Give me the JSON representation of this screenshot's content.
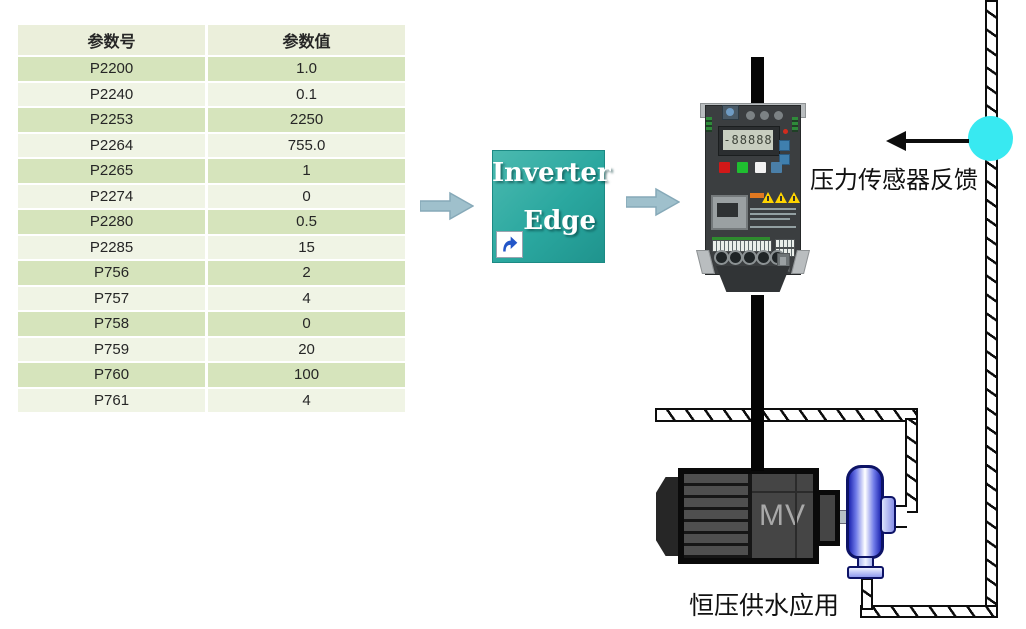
{
  "colors": {
    "table_green": "#d6e4bc",
    "table_pale": "#f0f4e5",
    "table_header": "#ebefdb",
    "icon_teal": "#2aa79f",
    "arrow_blue": "#9fc0cc",
    "arrow_blue_edge": "#86a9b8",
    "sensor_cyan": "#38e9f1",
    "pump_blue": "#1d25b0",
    "motor_gray": "#454545",
    "warning_yellow": "#ffd400"
  },
  "table": {
    "headers": [
      "参数号",
      "参数值"
    ],
    "rows": [
      {
        "id": "P2200",
        "value": "1.0"
      },
      {
        "id": "P2240",
        "value": "0.1"
      },
      {
        "id": "P2253",
        "value": "2250"
      },
      {
        "id": "P2264",
        "value": "755.0"
      },
      {
        "id": "P2265",
        "value": "1"
      },
      {
        "id": "P2274",
        "value": "0"
      },
      {
        "id": "P2280",
        "value": "0.5"
      },
      {
        "id": "P2285",
        "value": "15"
      },
      {
        "id": "P756",
        "value": "2"
      },
      {
        "id": "P757",
        "value": "4"
      },
      {
        "id": "P758",
        "value": "0"
      },
      {
        "id": "P759",
        "value": "20"
      },
      {
        "id": "P760",
        "value": "100"
      },
      {
        "id": "P761",
        "value": "4"
      }
    ]
  },
  "icon": {
    "line1": "Inverter",
    "line2": "Edge"
  },
  "drive": {
    "display": "-88888"
  },
  "motor": {
    "label": "MV"
  },
  "labels": {
    "sensor_feedback": "压力传感器反馈",
    "application": "恒压供水应用"
  }
}
